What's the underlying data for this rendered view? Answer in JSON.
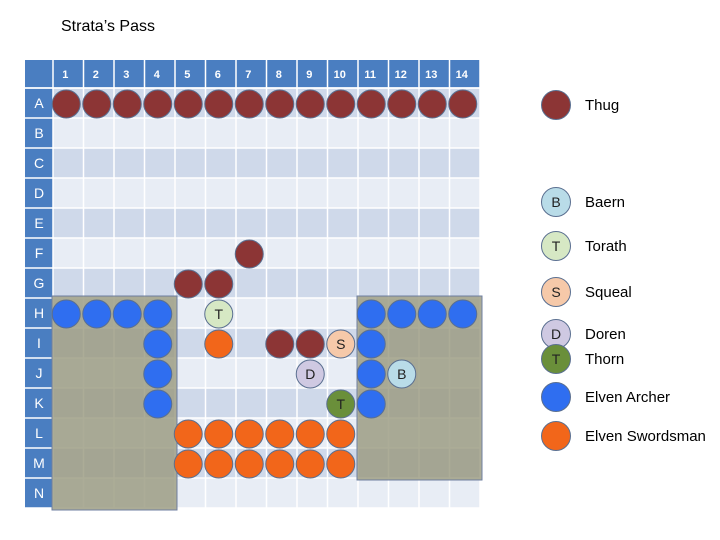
{
  "title": "Strata’s Pass",
  "grid": {
    "columns": [
      "1",
      "2",
      "3",
      "4",
      "5",
      "6",
      "7",
      "8",
      "9",
      "10",
      "11",
      "12",
      "13",
      "14"
    ],
    "rows": [
      "A",
      "B",
      "C",
      "D",
      "E",
      "F",
      "G",
      "H",
      "I",
      "J",
      "K",
      "L",
      "M",
      "N"
    ]
  },
  "colors": {
    "header": "#4a7ec1",
    "row_even": "#cfd9ea",
    "row_odd": "#e8edf5",
    "gridline": "#ffffff",
    "terrain": "#9a9a80",
    "thug": "#8c3535",
    "elven_archer": "#2f6ef0",
    "elven_swordsman": "#f2661a",
    "baern": "#b9dce8",
    "torath": "#d6e8c4",
    "squeal": "#f6c9a9",
    "doren": "#cfc9e2",
    "thorn": "#6a8f3a"
  },
  "terrain": [
    {
      "name": "left-cliff",
      "from_col": 1,
      "to_col": 4,
      "from_row": "H",
      "to_row": "N"
    },
    {
      "name": "right-cliff",
      "from_col": 11,
      "to_col": 14,
      "from_row": "H",
      "to_row": "M"
    }
  ],
  "units": {
    "thugs": [
      {
        "row": "A",
        "col": 1
      },
      {
        "row": "A",
        "col": 2
      },
      {
        "row": "A",
        "col": 3
      },
      {
        "row": "A",
        "col": 4
      },
      {
        "row": "A",
        "col": 5
      },
      {
        "row": "A",
        "col": 6
      },
      {
        "row": "A",
        "col": 7
      },
      {
        "row": "A",
        "col": 8
      },
      {
        "row": "A",
        "col": 9
      },
      {
        "row": "A",
        "col": 10
      },
      {
        "row": "A",
        "col": 11
      },
      {
        "row": "A",
        "col": 12
      },
      {
        "row": "A",
        "col": 13
      },
      {
        "row": "A",
        "col": 14
      },
      {
        "row": "F",
        "col": 7
      },
      {
        "row": "G",
        "col": 5
      },
      {
        "row": "G",
        "col": 6
      },
      {
        "row": "I",
        "col": 8
      },
      {
        "row": "I",
        "col": 9
      }
    ],
    "archers": [
      {
        "row": "H",
        "col": 1
      },
      {
        "row": "H",
        "col": 2
      },
      {
        "row": "H",
        "col": 3
      },
      {
        "row": "H",
        "col": 4
      },
      {
        "row": "I",
        "col": 4
      },
      {
        "row": "J",
        "col": 4
      },
      {
        "row": "K",
        "col": 4
      },
      {
        "row": "H",
        "col": 11
      },
      {
        "row": "H",
        "col": 12
      },
      {
        "row": "H",
        "col": 13
      },
      {
        "row": "H",
        "col": 14
      },
      {
        "row": "I",
        "col": 11
      },
      {
        "row": "J",
        "col": 11
      },
      {
        "row": "K",
        "col": 11
      }
    ],
    "swordsmen": [
      {
        "row": "I",
        "col": 6
      },
      {
        "row": "L",
        "col": 5
      },
      {
        "row": "L",
        "col": 6
      },
      {
        "row": "L",
        "col": 7
      },
      {
        "row": "L",
        "col": 8
      },
      {
        "row": "L",
        "col": 9
      },
      {
        "row": "L",
        "col": 10
      },
      {
        "row": "M",
        "col": 5
      },
      {
        "row": "M",
        "col": 6
      },
      {
        "row": "M",
        "col": 7
      },
      {
        "row": "M",
        "col": 8
      },
      {
        "row": "M",
        "col": 9
      },
      {
        "row": "M",
        "col": 10
      }
    ],
    "heroes": [
      {
        "key": "torath",
        "letter": "T",
        "row": "H",
        "col": 6
      },
      {
        "key": "squeal",
        "letter": "S",
        "row": "I",
        "col": 10
      },
      {
        "key": "doren",
        "letter": "D",
        "row": "J",
        "col": 9
      },
      {
        "key": "thorn",
        "letter": "T",
        "row": "K",
        "col": 10
      },
      {
        "key": "baern",
        "letter": "B",
        "row": "J",
        "col": 12
      }
    ]
  },
  "legend": [
    {
      "key": "thug",
      "label": "Thug",
      "letter": ""
    },
    {
      "key": "baern",
      "label": "Baern",
      "letter": "B"
    },
    {
      "key": "torath",
      "label": "Torath",
      "letter": "T"
    },
    {
      "key": "squeal",
      "label": "Squeal",
      "letter": "S"
    },
    {
      "key": "doren",
      "label": "Doren",
      "letter": "D"
    },
    {
      "key": "thorn",
      "label": "Thorn",
      "letter": "T"
    },
    {
      "key": "elven_archer",
      "label": "Elven Archer",
      "letter": ""
    },
    {
      "key": "elven_swordsman",
      "label": "Elven Swordsman",
      "letter": ""
    }
  ]
}
